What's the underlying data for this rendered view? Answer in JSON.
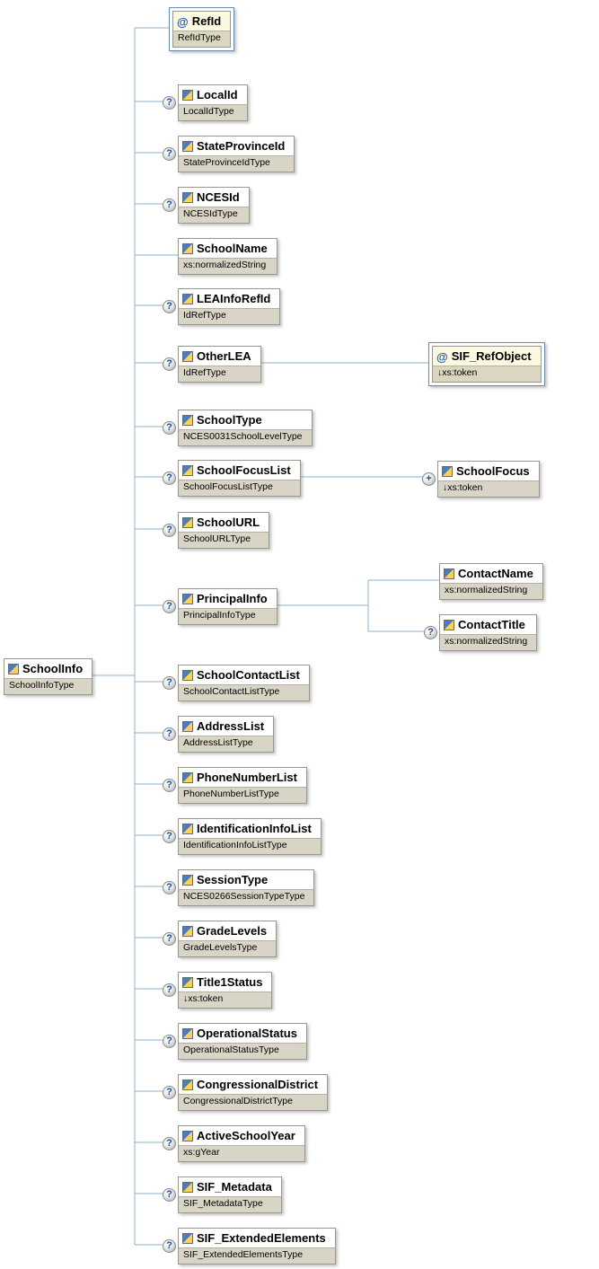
{
  "diagram": {
    "root": {
      "name": "SchoolInfo",
      "type": "SchoolInfoType"
    },
    "nodes": {
      "refId": {
        "name": "RefId",
        "type": "RefIdType"
      },
      "localId": {
        "name": "LocalId",
        "type": "LocalIdType"
      },
      "stateProvinceId": {
        "name": "StateProvinceId",
        "type": "StateProvinceIdType"
      },
      "ncesId": {
        "name": "NCESId",
        "type": "NCESIdType"
      },
      "schoolName": {
        "name": "SchoolName",
        "type": "xs:normalizedString"
      },
      "leaInfoRefId": {
        "name": "LEAInfoRefId",
        "type": "IdRefType"
      },
      "otherLea": {
        "name": "OtherLEA",
        "type": "IdRefType"
      },
      "sifRefObject": {
        "name": "SIF_RefObject",
        "type": "↓xs:token"
      },
      "schoolType": {
        "name": "SchoolType",
        "type": "NCES0031SchoolLevelType"
      },
      "schoolFocusList": {
        "name": "SchoolFocusList",
        "type": "SchoolFocusListType"
      },
      "schoolFocus": {
        "name": "SchoolFocus",
        "type": "↓xs:token"
      },
      "schoolUrl": {
        "name": "SchoolURL",
        "type": "SchoolURLType"
      },
      "principalInfo": {
        "name": "PrincipalInfo",
        "type": "PrincipalInfoType"
      },
      "contactName": {
        "name": "ContactName",
        "type": "xs:normalizedString"
      },
      "contactTitle": {
        "name": "ContactTitle",
        "type": "xs:normalizedString"
      },
      "schoolContactList": {
        "name": "SchoolContactList",
        "type": "SchoolContactListType"
      },
      "addressList": {
        "name": "AddressList",
        "type": "AddressListType"
      },
      "phoneNumberList": {
        "name": "PhoneNumberList",
        "type": "PhoneNumberListType"
      },
      "identificationInfoList": {
        "name": "IdentificationInfoList",
        "type": "IdentificationInfoListType"
      },
      "sessionType": {
        "name": "SessionType",
        "type": "NCES0266SessionTypeType"
      },
      "gradeLevels": {
        "name": "GradeLevels",
        "type": "GradeLevelsType"
      },
      "title1Status": {
        "name": "Title1Status",
        "type": "↓xs:token"
      },
      "operationalStatus": {
        "name": "OperationalStatus",
        "type": "OperationalStatusType"
      },
      "congressionalDistrict": {
        "name": "CongressionalDistrict",
        "type": "CongressionalDistrictType"
      },
      "activeSchoolYear": {
        "name": "ActiveSchoolYear",
        "type": "xs:gYear"
      },
      "sifMetadata": {
        "name": "SIF_Metadata",
        "type": "SIF_MetadataType"
      },
      "sifExtendedElements": {
        "name": "SIF_ExtendedElements",
        "type": "SIF_ExtendedElementsType"
      }
    },
    "indicators": {
      "optional": "?",
      "repeat": "+",
      "attribute": "@"
    },
    "colors": {
      "connector": "#8fafca",
      "box_border": "#98988e",
      "type_strip": "#d8d4c6",
      "highlight_border": "#668cb3",
      "highlight_fill": "#fbf8e1"
    }
  }
}
